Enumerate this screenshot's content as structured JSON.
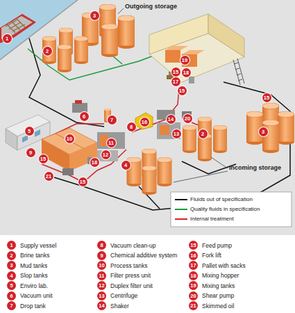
{
  "diagram": {
    "nodes": [
      {
        "text": [
          "3"
        ]
      },
      {
        "text": [
          "1"
        ]
      },
      {
        "text": [
          "2"
        ]
      },
      {
        "text": [
          "19"
        ]
      },
      {
        "text": [
          "15"
        ]
      },
      {
        "text": [
          "18"
        ]
      },
      {
        "text": [
          "17"
        ]
      },
      {
        "text": [
          "15"
        ]
      },
      {
        "text": [
          "15"
        ]
      },
      {
        "text": [
          "6"
        ]
      },
      {
        "text": [
          "20"
        ]
      },
      {
        "text": [
          "14"
        ]
      },
      {
        "text": [
          "7"
        ]
      },
      {
        "text": [
          "16"
        ]
      },
      {
        "text": [
          "8"
        ]
      },
      {
        "text": [
          "5"
        ]
      },
      {
        "text": [
          "3"
        ]
      },
      {
        "text": [
          "13"
        ]
      },
      {
        "text": [
          "2"
        ]
      },
      {
        "text": [
          "10"
        ]
      },
      {
        "text": [
          "11"
        ]
      },
      {
        "text": [
          "9"
        ]
      },
      {
        "text": [
          "12"
        ]
      },
      {
        "text": [
          "15"
        ]
      },
      {
        "text": [
          "18"
        ]
      },
      {
        "text": [
          "4"
        ]
      },
      {
        "text": [
          "21"
        ]
      },
      {
        "text": [
          "15"
        ]
      },
      {
        "text": [
          "1",
          "Supply vessel"
        ]
      },
      {
        "text": [
          "2",
          "Brine tanks"
        ]
      },
      {
        "text": [
          "3",
          "Mud tanks"
        ]
      },
      {
        "text": [
          "4",
          "Slop tanks"
        ]
      },
      {
        "text": [
          "5",
          "Enviro lab."
        ]
      },
      {
        "text": [
          "6",
          "Vacuum unit"
        ]
      },
      {
        "text": [
          "7",
          "Drop tank"
        ]
      },
      {
        "text": [
          "8",
          "Vacuum clean-up"
        ]
      },
      {
        "text": [
          "9",
          "Chemical additive system"
        ]
      },
      {
        "text": [
          "10",
          "Process tanks"
        ]
      },
      {
        "text": [
          "11",
          "Filter press unit"
        ]
      },
      {
        "text": [
          "12",
          "Duplex filter unit"
        ]
      },
      {
        "text": [
          "13",
          "Centrifuge"
        ]
      },
      {
        "text": [
          "14",
          "Shaker"
        ]
      },
      {
        "text": [
          "15",
          "Feed pump"
        ]
      },
      {
        "text": [
          "16",
          "Fork lift"
        ]
      },
      {
        "text": [
          "17",
          "Pallet with sacks"
        ]
      },
      {
        "text": [
          "18",
          "Mixing hopper"
        ]
      },
      {
        "text": [
          "19",
          "Mixing tanks"
        ]
      },
      {
        "text": [
          "20",
          "Shear pump"
        ]
      },
      {
        "text": [
          "21",
          "Skimmed oil"
        ]
      }
    ],
    "labels": [
      "Outgoing storage",
      "Incoming storage"
    ],
    "legend": [
      {
        "text": "Fluids out of specification"
      },
      {
        "text": "Quality fluids in specification"
      },
      {
        "text": "Internal treatment"
      }
    ]
  }
}
